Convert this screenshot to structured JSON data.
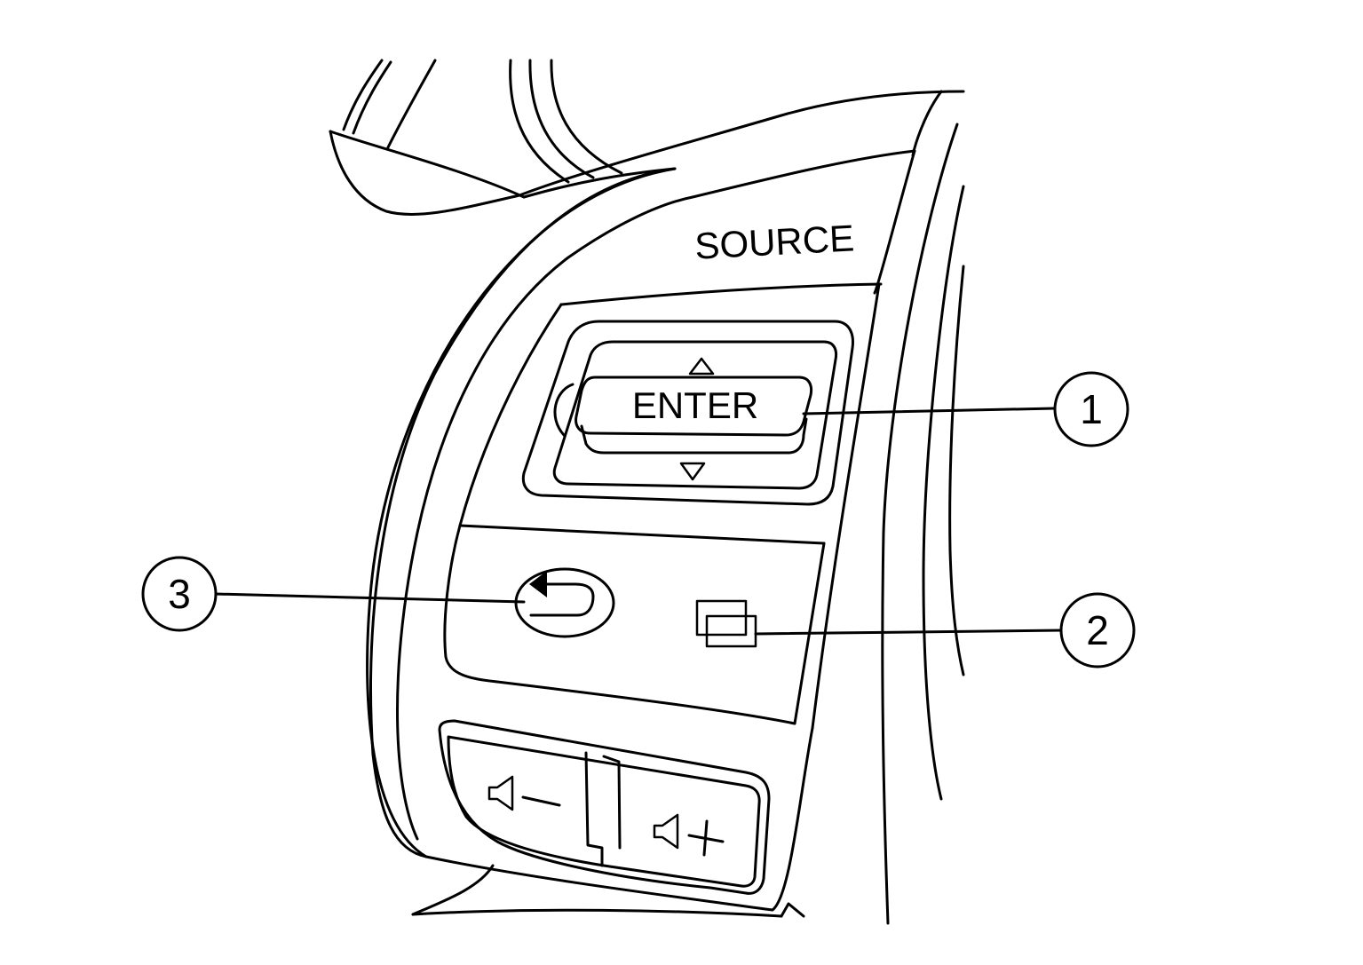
{
  "labels": {
    "source": "SOURCE",
    "enter": "ENTER"
  },
  "callouts": [
    {
      "number": "1",
      "target": "enter-button"
    },
    {
      "number": "2",
      "target": "display-button"
    },
    {
      "number": "3",
      "target": "back-button"
    }
  ],
  "icons": {
    "up": "triangle-up-icon",
    "down": "triangle-down-icon",
    "back": "back-arrow-icon",
    "display": "display-toggle-icon",
    "volume_down": "speaker-minus-icon",
    "volume_up": "speaker-plus-icon"
  }
}
